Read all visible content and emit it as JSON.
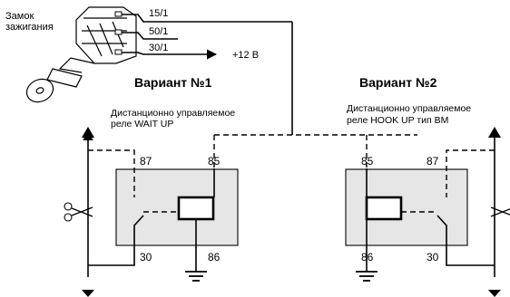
{
  "ignition": {
    "title_line1": "Замок",
    "title_line2": "зажигания",
    "terminals": [
      "15/1",
      "50/1",
      "30/1"
    ],
    "supply": "+12 В"
  },
  "variant1": {
    "title": "Вариант №1",
    "desc_line1": "Дистанционно управляемое",
    "desc_line2": "реле WAIT UP",
    "pins": {
      "p87": "87",
      "p85": "85",
      "p30": "30",
      "p86": "86"
    }
  },
  "variant2": {
    "title": "Вариант №2",
    "desc_line1": "Дистанционно управляемое",
    "desc_line2": "реле HOOK UP тип ВМ",
    "pins": {
      "p85": "85",
      "p87": "87",
      "p86": "86",
      "p30": "30"
    }
  },
  "icons": [
    "ignition-key-icon",
    "scissors-icon",
    "ground-icon",
    "arrow-icon"
  ]
}
